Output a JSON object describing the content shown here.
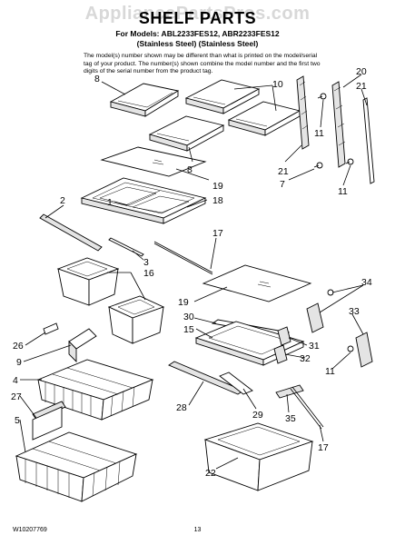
{
  "header": {
    "watermark": "AppliancePartsPros.com",
    "title": "SHELF PARTS",
    "models_line": "For Models: ABL2233FES12, ABR2233FES12",
    "finish_line": "(Stainless Steel) (Stainless Steel)",
    "notice": "The model(s) number shown may be different than what is printed on the model/serial tag of your product. The number(s) shown combine the model number and the first two digits of the serial number from the product tag."
  },
  "callouts": {
    "c8a": "8",
    "c10": "10",
    "c8b": "8",
    "c19a": "19",
    "c1": "1",
    "c18": "18",
    "c2": "2",
    "c3": "3",
    "c17a": "17",
    "c16": "16",
    "c19b": "19",
    "c30": "30",
    "c15": "15",
    "c26": "26",
    "c9": "9",
    "c4": "4",
    "c27": "27",
    "c5": "5",
    "c20": "20",
    "c21a": "21",
    "c11a": "11",
    "c21b": "21",
    "c7": "7",
    "c11b": "11",
    "c34": "34",
    "c33": "33",
    "c31": "31",
    "c32": "32",
    "c11c": "11",
    "c28": "28",
    "c29": "29",
    "c35": "35",
    "c17b": "17",
    "c22": "22"
  },
  "footer": {
    "doc_number": "W10207769",
    "page_number": "13"
  }
}
